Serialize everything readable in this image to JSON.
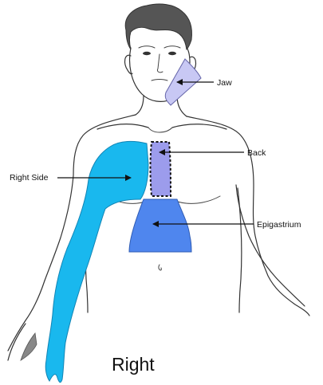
{
  "diagram": {
    "title": "Right",
    "labels": {
      "jaw": "Jaw",
      "back": "Back",
      "right_side": "Right Side",
      "epigastrium": "Epigastrium"
    },
    "colors": {
      "jaw_region": "#c8c8f4",
      "back_region": "#9c9cec",
      "right_side_region": "#19b8ee",
      "epigastrium_region": "#4f86ee",
      "hair": "#555555",
      "skin_outline": "#333333"
    }
  }
}
